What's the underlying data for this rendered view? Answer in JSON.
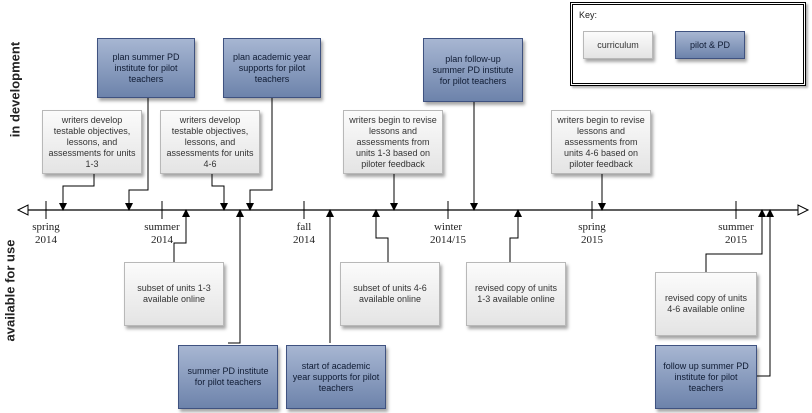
{
  "side_labels": {
    "top": "in development",
    "bottom": "available for use"
  },
  "key": {
    "title": "Key:",
    "curriculum": "curriculum",
    "pilot": "pilot & PD"
  },
  "timeline": {
    "ticks": [
      {
        "line1": "spring",
        "line2": "2014"
      },
      {
        "line1": "summer",
        "line2": "2014"
      },
      {
        "line1": "fall",
        "line2": "2014"
      },
      {
        "line1": "winter",
        "line2": "2014/15"
      },
      {
        "line1": "spring",
        "line2": "2015"
      },
      {
        "line1": "summer",
        "line2": "2015"
      }
    ]
  },
  "boxes": {
    "plan_summer_pd": "plan summer PD institute for pilot teachers",
    "plan_academic_year": "plan academic year supports for pilot teachers",
    "plan_followup": "plan follow-up summer PD institute for pilot teachers",
    "writers_1_3": "writers develop testable objectives, lessons, and assessments for units 1-3",
    "writers_4_6": "writers develop testable objectives, lessons, and assessments for units 4-6",
    "revise_1_3": "writers begin to revise lessons and assessments from units 1-3 based on piloter feedback",
    "revise_4_6": "writers begin to revise lessons and assessments from units 4-6 based on piloter feedback",
    "subset_1_3": "subset of units 1-3 available online",
    "subset_4_6": "subset of units 4-6 available online",
    "revised_1_3": "revised copy of units 1-3 available online",
    "revised_4_6": "revised copy of units 4-6 available online",
    "summer_pd": "summer PD institute for pilot teachers",
    "start_academic_year": "start of academic year supports for pilot teachers",
    "followup_pd": "follow up summer PD institute for pilot teachers"
  }
}
